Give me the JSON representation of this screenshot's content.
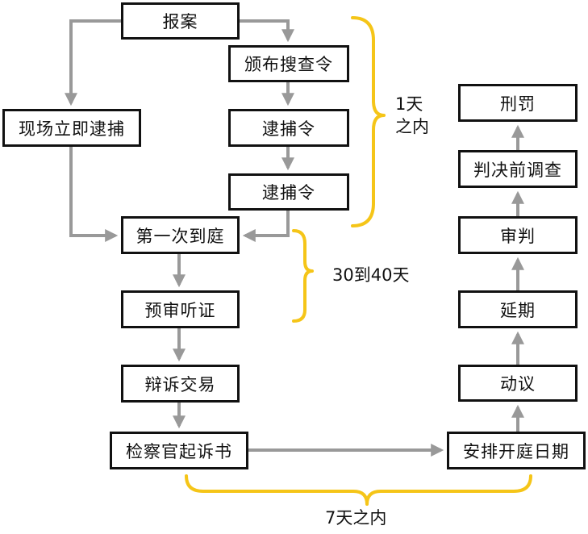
{
  "nodes": {
    "report": "报案",
    "warrant_issue": "颁布搜查令",
    "onsite_arrest": "现场立即逮捕",
    "warrant_1": "逮捕令",
    "warrant_2": "逮捕令",
    "first_appearance": "第一次到庭",
    "prelim_hearing": "预审听证",
    "plea_bargain": "辩诉交易",
    "indictment": "检察官起诉书",
    "schedule_trial": "安排开庭日期",
    "motion": "动议",
    "continuance": "延期",
    "trial": "审判",
    "presentence": "判决前调查",
    "sentence": "刑罚"
  },
  "notes": {
    "one_day_line1": "1天",
    "one_day_line2": "之内",
    "thirty_forty": "30到40天",
    "seven_day": "7天之内"
  },
  "colors": {
    "arrow": "#999999",
    "brace": "#F5C518",
    "box_border": "#111111",
    "text": "#111111"
  }
}
